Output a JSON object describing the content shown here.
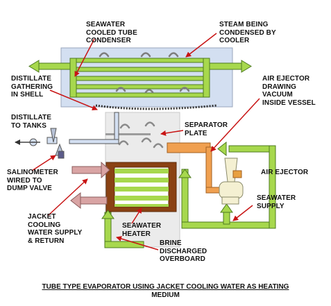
{
  "labels": {
    "condenser": [
      "SEAWATER",
      "COOLED TUBE",
      "CONDENSER"
    ],
    "steam": [
      "STEAM BEING",
      "CONDENSED BY",
      "COOLER"
    ],
    "distillate_gathering": [
      "DISTILLATE",
      "GATHERING",
      "IN SHELL"
    ],
    "air_ejector_drawing": [
      "AIR EJECTOR",
      "DRAWING",
      "VACUUM",
      "INSIDE VESSEL"
    ],
    "distillate_tanks": [
      "DISTILLATE",
      "TO TANKS"
    ],
    "separator_plate": [
      "SEPARATOR",
      "PLATE"
    ],
    "salinometer": [
      "SALINOMETER",
      "WIRED TO",
      "DUMP VALVE"
    ],
    "air_ejector": [
      "AIR EJECTOR"
    ],
    "seawater_supply": [
      "SEAWATER",
      "SUPPLY"
    ],
    "jacket_cooling": [
      "JACKET",
      "COOLING",
      "WATER SUPPLY",
      "& RETURN"
    ],
    "seawater_heater": [
      "SEAWATER",
      "HEATER"
    ],
    "brine": [
      "BRINE",
      "DISCHARGED",
      "OVERBOARD"
    ]
  },
  "caption": {
    "line1": "TUBE TYPE EVAPORATOR USING JACKET COOLING WATER AS HEATING",
    "line2": "MEDIUM"
  },
  "colors": {
    "shell": "#d3dff1",
    "vessel": "#ebebeb",
    "pipe_green": "#a7d84d",
    "pipe_edge": "#4d7a1f",
    "heater_brown": "#8a4214",
    "air_orange": "#f0a050",
    "jacket_pink": "#d9a4a4",
    "arrow_red": "#c81414",
    "ejector_fill": "#f4f0d2",
    "ejector_orange": "#e8a040"
  }
}
